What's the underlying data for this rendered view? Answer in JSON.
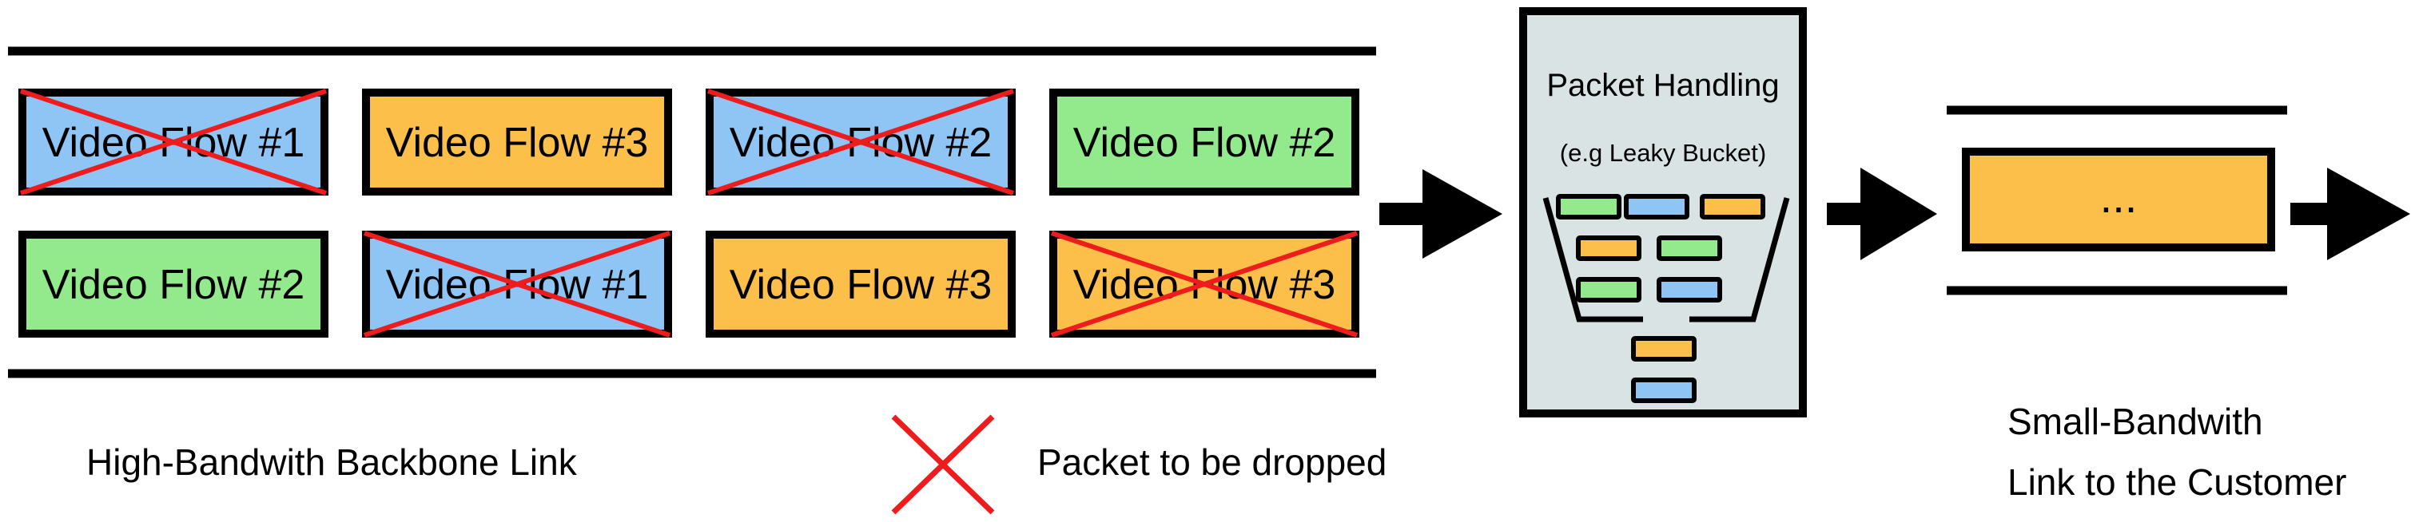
{
  "colors": {
    "blue": "#8ec5f4",
    "orange": "#fbbf4a",
    "green": "#93ea8d",
    "gray_panel": "#d9e3e3",
    "drop_cross": "#ee1c1c",
    "outline": "#000000"
  },
  "backbone": {
    "caption": "High-Bandwith Backbone Link",
    "row1": [
      {
        "label": "Video Flow #1",
        "color": "blue",
        "dropped": true
      },
      {
        "label": "Video Flow #3",
        "color": "orange",
        "dropped": false
      },
      {
        "label": "Video Flow #2",
        "color": "blue",
        "dropped": true
      },
      {
        "label": "Video Flow #2",
        "color": "green",
        "dropped": false
      }
    ],
    "row2": [
      {
        "label": "Video Flow #2",
        "color": "green",
        "dropped": false
      },
      {
        "label": "Video Flow #1",
        "color": "blue",
        "dropped": true
      },
      {
        "label": "Video Flow #3",
        "color": "orange",
        "dropped": false
      },
      {
        "label": "Video Flow #3",
        "color": "orange",
        "dropped": true
      }
    ]
  },
  "legend": {
    "drop_label": "Packet to be dropped"
  },
  "handling": {
    "title": "Packet Handling",
    "subtitle": "(e.g Leaky Bucket)",
    "bucket_rows": [
      [
        "green",
        "blue",
        "orange"
      ],
      [
        "orange",
        "green"
      ],
      [
        "green",
        "blue"
      ]
    ],
    "output_packets": [
      "orange",
      "blue"
    ]
  },
  "customer": {
    "packet_label": "...",
    "caption_line1": "Small-Bandwith",
    "caption_line2": "Link to the Customer"
  },
  "arrow_icon": "right-arrow-icon"
}
